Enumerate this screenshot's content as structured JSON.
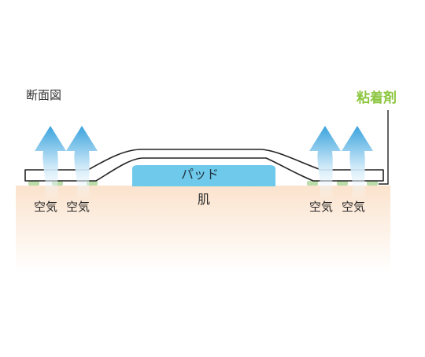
{
  "labels": {
    "title": "断面図",
    "adhesive": "粘着剤",
    "pad": "パッド",
    "skin": "肌",
    "air": [
      "空気",
      "空気",
      "空気",
      "空気"
    ]
  },
  "colors": {
    "skin_top": "#fbe3cd",
    "skin_bottom": "#ffffff",
    "pad_fill": "#6ec9ea",
    "adhesive_green": "#8cc63f",
    "adhesive_dots": "#b9dca9",
    "arrow_top": "#3aa3dd",
    "arrow_bottom": "#ffffff",
    "outline": "#222222"
  },
  "icons": [
    "air-flow-arrow-icon"
  ]
}
